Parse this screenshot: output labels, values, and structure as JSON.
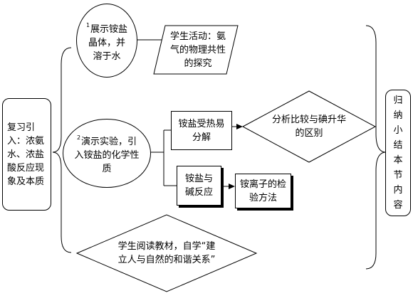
{
  "nodes": {
    "review": "复习引入：浓氨水、浓盐酸反应现象及本质",
    "show_marker": "1",
    "show": "展示铵盐晶体，并溶于水",
    "activity": "学生活动：氨气的物理共性的探究",
    "demo_marker": "2",
    "demo": "演示实验，引入铵盐的化学性质",
    "heat": "铵盐受热易分解",
    "compare": "分析比较与碘升华的区别",
    "alkali": "铵盐与碱反应",
    "ion_test": "铵离子的检验方法",
    "reading": "学生阅读教材，自学“建立人与自然的和谐关系”",
    "summary": "归纳小结本节内容"
  }
}
